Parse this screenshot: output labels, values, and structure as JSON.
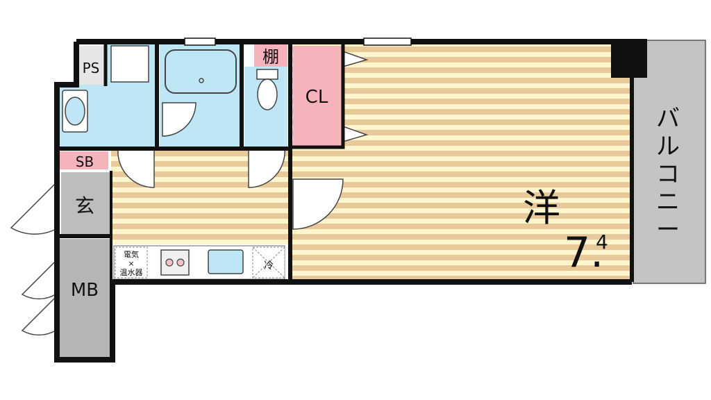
{
  "labels": {
    "ps": "PS",
    "shelf": "棚",
    "closet": "CL",
    "shoe_box": "SB",
    "entrance": "玄",
    "meter_box": "MB",
    "room_type": "洋",
    "room_size_main": "7.",
    "room_size_sub": "4",
    "balcony": [
      "バ",
      "ル",
      "コ",
      "ニ",
      "ー"
    ],
    "heater": [
      "電気",
      "×",
      "温水器"
    ],
    "fridge": "冷"
  },
  "colors": {
    "wall": "#111111",
    "wet_area": "#bfe6f5",
    "closet_pink": "#f5b3bb",
    "floor_light": "#fff6cf",
    "floor_dark": "#e7c99a",
    "meter_gray": "#b5b5b5",
    "balcony_gray": "#c4c4c4"
  }
}
